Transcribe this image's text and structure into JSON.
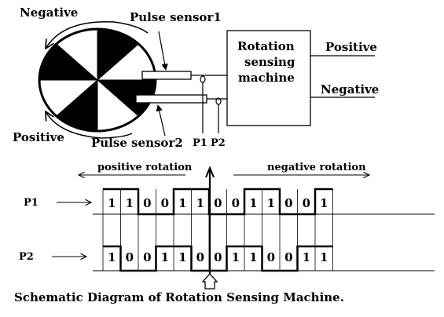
{
  "labels": {
    "negative_disk": "Negative",
    "positive_disk": "Positive",
    "sensor1": "Pulse sensor1",
    "sensor2": "Pulse sensor2",
    "machine_line1": "Rotation",
    "machine_line2": "sensing",
    "machine_line3": "machine",
    "out_positive": "Positive",
    "out_negative": "Negative",
    "p1_tap": "P1",
    "p2_tap": "P2",
    "positive_rotation": "positive rotation",
    "negative_rotation": "negative rotation",
    "trace_p1": "P1",
    "trace_p2": "P2",
    "caption": "Schematic Diagram of Rotation Sensing Machine."
  },
  "p1_bits": [
    "1",
    "1",
    "0",
    "0",
    "1",
    "1",
    "0",
    "0",
    "1",
    "1",
    "0",
    "0",
    "1"
  ],
  "p2_bits": [
    "1",
    "0",
    "0",
    "1",
    "1",
    "0",
    "0",
    "1",
    "1",
    "0",
    "0",
    "1",
    "1"
  ]
}
